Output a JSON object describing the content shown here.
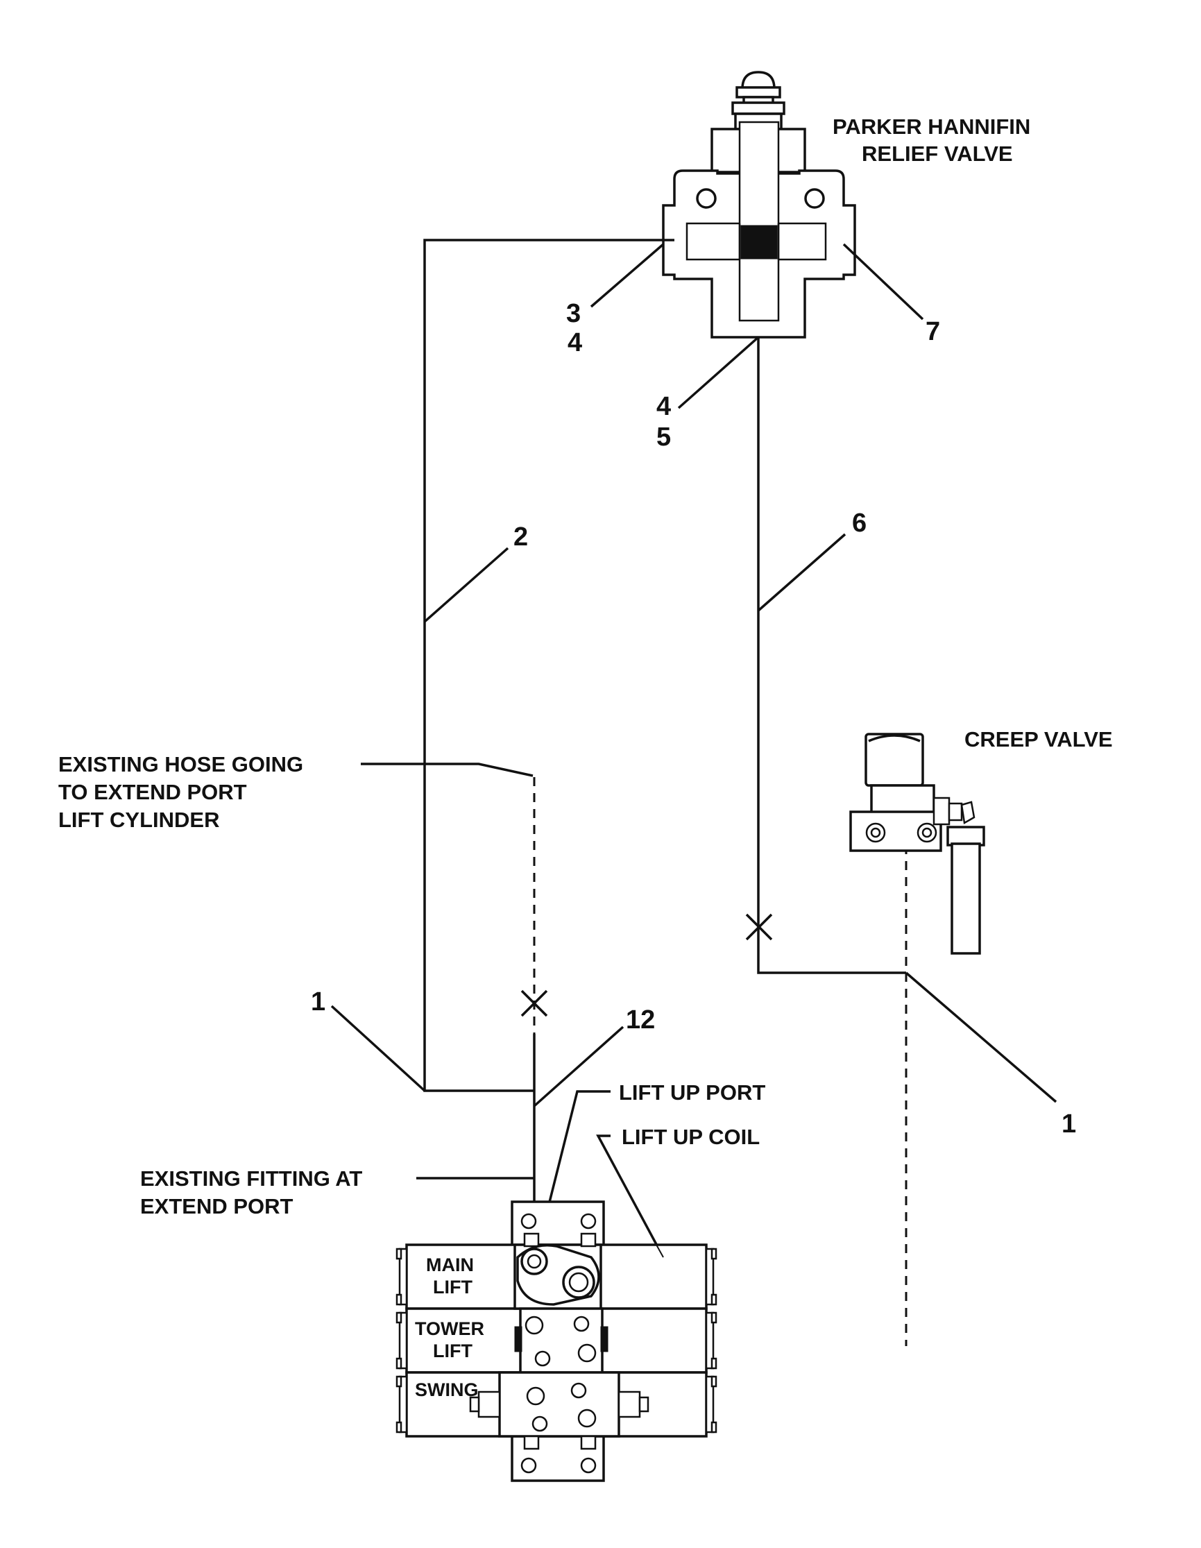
{
  "components": {
    "relief_valve_label": [
      "PARKER HANNIFIN",
      "RELIEF VALVE"
    ],
    "creep_valve_label": "CREEP VALVE",
    "existing_hose_label": [
      "EXISTING HOSE GOING",
      "TO EXTEND PORT",
      "LIFT CYLINDER"
    ],
    "existing_fitting_label": [
      "EXISTING FITTING AT",
      "EXTEND PORT"
    ],
    "lift_up_port_label": "LIFT UP PORT",
    "lift_up_coil_label": "LIFT UP COIL"
  },
  "callouts": {
    "relief_left": [
      "3",
      "4"
    ],
    "relief_right": "7",
    "relief_bottom": [
      "4",
      "5"
    ],
    "hose_left": "2",
    "hose_right": "6",
    "tee_left": "1",
    "tee_right": "1",
    "fitting": "12"
  },
  "manifold_sections": {
    "main_lift": [
      "MAIN",
      "LIFT"
    ],
    "tower_lift": [
      "TOWER",
      "LIFT"
    ],
    "swing": "SWING"
  }
}
